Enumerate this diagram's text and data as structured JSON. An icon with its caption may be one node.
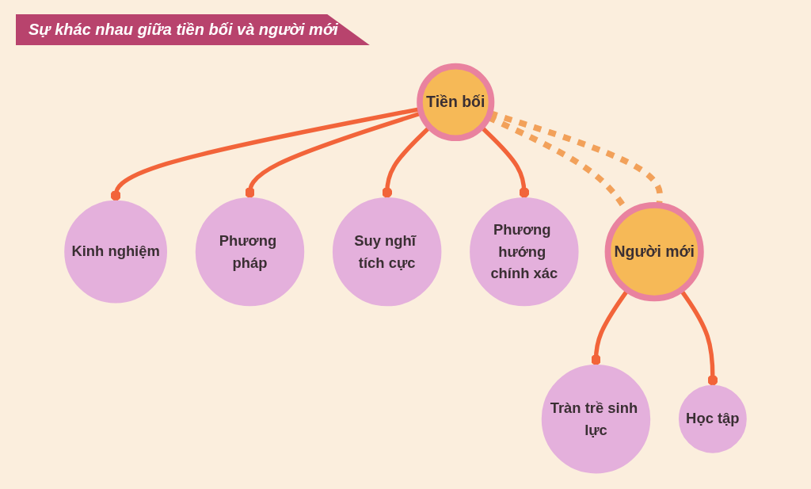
{
  "diagram": {
    "title": "Sự khác nhau giữa tiền bối và người mới",
    "nodes": [
      {
        "text": [
          "Kinh nghiệm"
        ]
      },
      {
        "text": [
          "Phương pháp"
        ]
      },
      {
        "text": [
          "Tiền bối"
        ]
      },
      {
        "text": [
          "Suy nghĩ tích cực"
        ]
      },
      {
        "text": [
          "Phương hướng chính xác"
        ]
      },
      {
        "text": [
          "Người mới"
        ]
      },
      {
        "text": [
          "Tràn trề sinh lực"
        ]
      },
      {
        "text": [
          "Học tập"
        ]
      }
    ],
    "edges": [
      {
        "from": 2,
        "to": 0,
        "arrow": "other"
      },
      {
        "from": 2,
        "to": 1,
        "arrow": "other"
      },
      {
        "from": 2,
        "to": 3,
        "arrow": "other"
      },
      {
        "from": 2,
        "to": 4,
        "arrow": "other"
      },
      {
        "from": 2,
        "to": 5,
        "arrow": "none",
        "style": "dashed",
        "color": "#f2a15a"
      },
      {
        "from": 2,
        "to": 5,
        "arrow": "none",
        "style": "dashed",
        "color": "#f2a15a"
      },
      {
        "from": 5,
        "to": 6,
        "arrow": "other"
      },
      {
        "from": 5,
        "to": 7,
        "arrow": "other"
      }
    ]
  }
}
